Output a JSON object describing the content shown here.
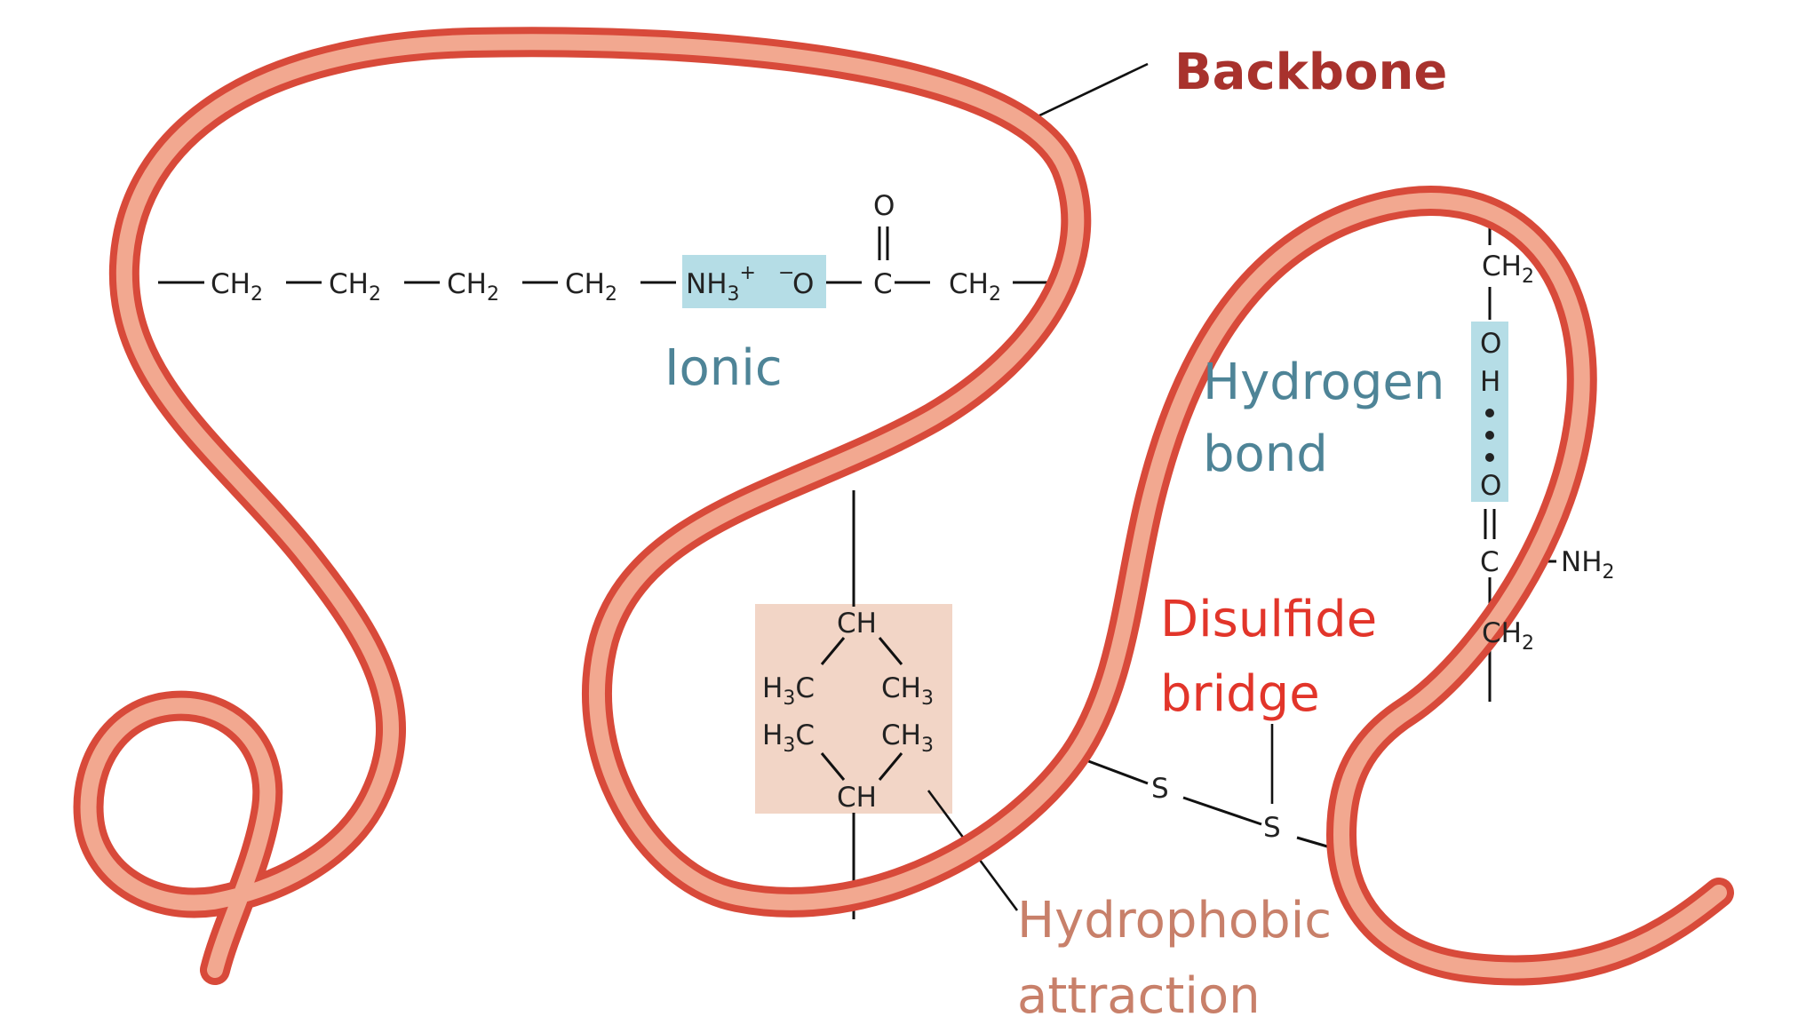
{
  "labels": {
    "backbone": "Backbone",
    "ionic": "Ionic",
    "hydrogen_line1": "Hydrogen",
    "hydrogen_line2": "bond",
    "disulfide_line1": "Disulfide",
    "disulfide_line2": "bridge",
    "hydrophobic_line1": "Hydrophobic",
    "hydrophobic_line2": "attraction"
  },
  "ionic_chain": {
    "ch2_a": "CH",
    "ch2_b": "CH",
    "ch2_c": "CH",
    "ch2_d": "CH",
    "sub2": "2",
    "nh3": "NH",
    "nh3_sub": "3",
    "nh3_charge": "+",
    "o_charge": "−",
    "o_minus": "O",
    "carbonyl_c": "C",
    "carbonyl_o": "O",
    "ch2_e": "CH"
  },
  "hbond_chain": {
    "ch2_top": "CH",
    "sub2": "2",
    "o_top": "O",
    "h": "H",
    "o_bottom": "O",
    "c": "C",
    "nh2": "NH",
    "nh2_sub": "2",
    "ch2_bottom": "CH"
  },
  "hydrophobic_group": {
    "ch_top": "CH",
    "h3c_left_1": "H",
    "h3c_left_2": "H",
    "h3c_sub": "3",
    "c": "C",
    "ch3_right_1": "CH",
    "ch3_right_2": "CH",
    "ch3_sub": "3",
    "ch_bottom": "CH"
  },
  "disulfide": {
    "s1": "S",
    "s2": "S"
  },
  "colors": {
    "backbone_outer": "#d84a3a",
    "backbone_inner": "#f2a890",
    "backbone_label": "#a8322d",
    "ionic_label": "#4e8497",
    "hydrogen_label": "#4e8497",
    "disulfide_label": "#e2352a",
    "hydrophobic_label": "#c8806a",
    "ionic_highlight": "#b5dde6",
    "hydrophobic_highlight": "#f2d5c6"
  }
}
